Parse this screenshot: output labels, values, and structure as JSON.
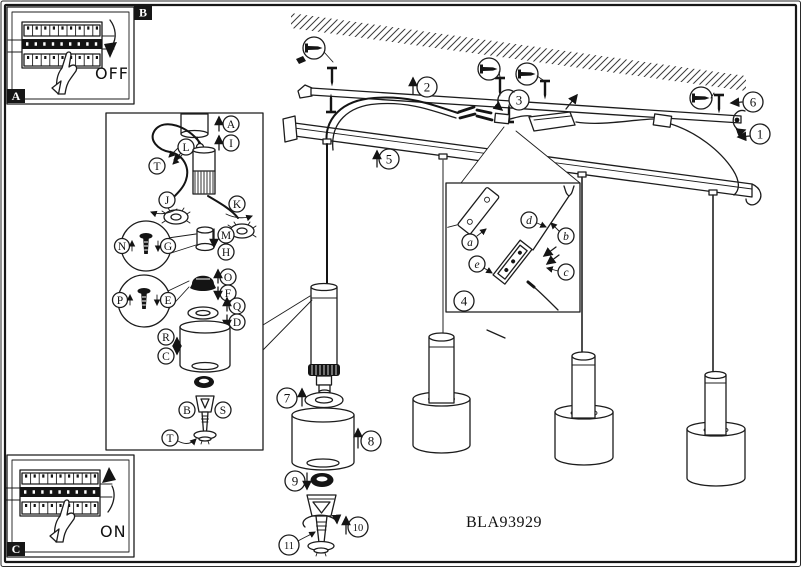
{
  "product_code": "BLA93929",
  "sections": {
    "off_box": {
      "tag": "A",
      "caption": "OFF"
    },
    "main": {
      "tag": "B"
    },
    "on_box": {
      "tag": "C",
      "caption": "ON"
    }
  },
  "steps": {
    "1": "1",
    "2": "2",
    "3": "3",
    "4": "4",
    "5": "5",
    "6": "6",
    "7": "7",
    "8": "8",
    "9": "9",
    "10": "10",
    "11": "11"
  },
  "parts": {
    "A": "A",
    "B": "B",
    "C": "C",
    "D": "D",
    "E": "E",
    "F": "F",
    "G": "G",
    "H": "H",
    "I": "I",
    "J": "J",
    "K": "K",
    "L": "L",
    "M": "M",
    "N": "N",
    "O": "O",
    "P": "P",
    "Q": "Q",
    "R": "R",
    "S": "S",
    "T": "T"
  },
  "terminals": {
    "a": "a",
    "b": "b",
    "c": "c",
    "d": "d",
    "e": "e"
  }
}
